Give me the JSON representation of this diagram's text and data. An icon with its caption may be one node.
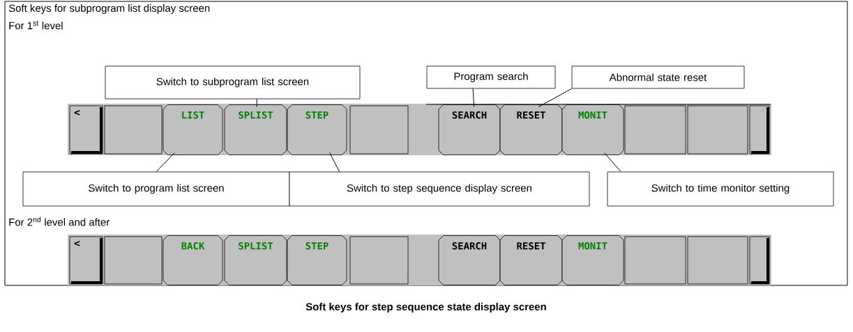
{
  "diagram": {
    "caption": "Soft keys for step sequence state display screen",
    "nodes": [
      {
        "text": [
          "Switch to subprogram list screen"
        ]
      },
      {
        "text": [
          "Program search"
        ]
      },
      {
        "text": [
          "Abnormal state reset"
        ]
      },
      {
        "text": [
          "<"
        ]
      },
      {
        "text": [],
        "shape": "box"
      },
      {
        "text": [
          "LIST"
        ]
      },
      {
        "text": [
          "SPLIST"
        ]
      },
      {
        "text": [
          "STEP"
        ]
      },
      {
        "text": [],
        "shape": "box"
      },
      {
        "text": [
          "SEARCH"
        ]
      },
      {
        "text": [
          "RESET"
        ]
      },
      {
        "text": [
          "MONIT"
        ]
      },
      {
        "text": [],
        "shape": "box"
      },
      {
        "text": [],
        "shape": "box"
      },
      {
        "text": [],
        "shape": "box"
      },
      {
        "text": [
          "Switch to program list screen"
        ]
      },
      {
        "text": [
          "Switch to step sequence display screen"
        ]
      },
      {
        "text": [
          "Switch to time monitor setting"
        ]
      },
      {
        "text": [
          "<"
        ]
      },
      {
        "text": [],
        "shape": "box"
      },
      {
        "text": [
          "BACK"
        ]
      },
      {
        "text": [
          "SPLIST"
        ]
      },
      {
        "text": [
          "STEP"
        ]
      },
      {
        "text": [],
        "shape": "box"
      },
      {
        "text": [
          "SEARCH"
        ]
      },
      {
        "text": [
          "RESET"
        ]
      },
      {
        "text": [
          "MONIT"
        ]
      },
      {
        "text": [],
        "shape": "box"
      },
      {
        "text": [],
        "shape": "box"
      },
      {
        "text": [],
        "shape": "box"
      }
    ],
    "edges": [
      {
        "from": 0,
        "to": 6,
        "arrow": "none"
      },
      {
        "from": 1,
        "to": 9,
        "arrow": "none"
      },
      {
        "from": 2,
        "to": 10,
        "arrow": "none"
      },
      {
        "from": 15,
        "to": 5,
        "arrow": "none"
      },
      {
        "from": 16,
        "to": 7,
        "arrow": "none"
      },
      {
        "from": 17,
        "to": 11,
        "arrow": "none"
      }
    ],
    "labels": [
      "Soft keys for subprogram list display screen",
      "For 1$^{st}$ level",
      "For 2$^{nd}$ level and after"
    ]
  }
}
